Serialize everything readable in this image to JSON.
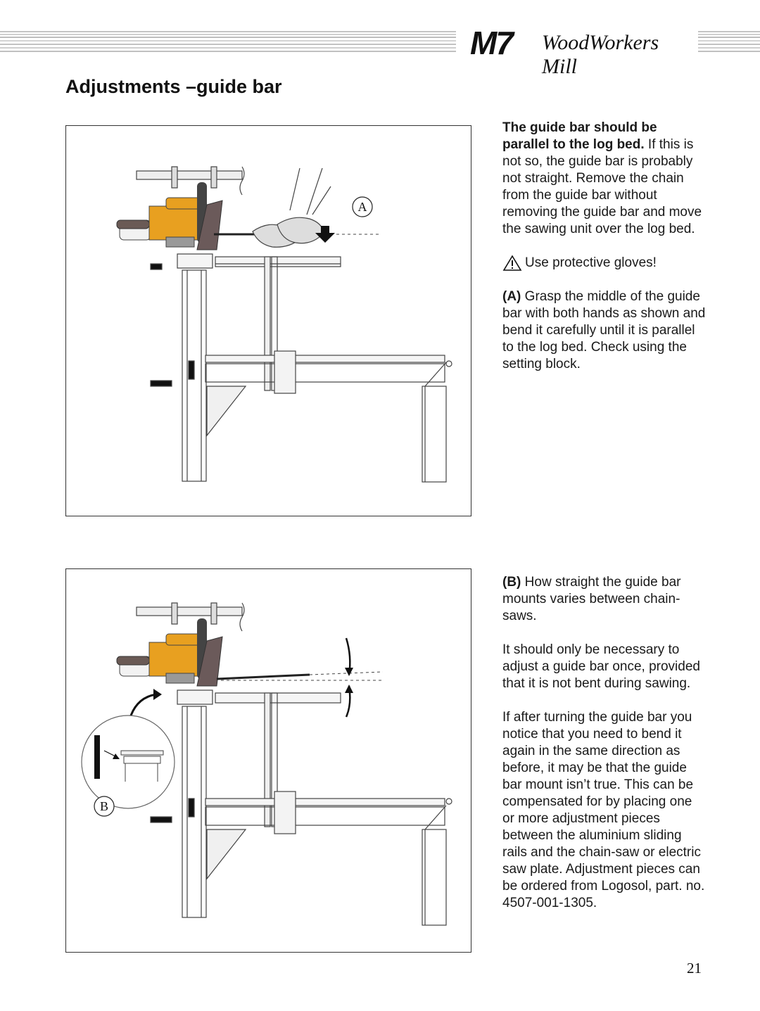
{
  "header": {
    "brand_model": "M7",
    "brand_name": "WoodWorkers Mill"
  },
  "page_title": "Adjustments –guide bar",
  "figures": {
    "a_label": "A",
    "b_label": "B"
  },
  "section_a": {
    "intro_bold": "The guide bar should be parallel to the log bed.",
    "intro_rest": " If this is not so, the guide bar is probably not straight. Remove the chain from the guide bar without removing the guide bar and move the sawing unit over the log bed.",
    "warning": "Use protective gloves!",
    "step_label": "(A)",
    "step_text": " Grasp the middle of the guide bar with both hands as shown and bend it carefully until it is parallel to the log bed. Check using the setting block."
  },
  "section_b": {
    "step_label": "(B)",
    "step_text": " How straight the guide bar mounts varies between chain-saws.",
    "para2": "It should only be necessary to adjust a guide bar once, provided that it is not bent during sawing.",
    "para3": "If after turning the guide bar you notice that you need to bend it again in the same direction as before, it may be that the guide bar mount isn’t true. This can be compensated for by placing one or more adjustment pieces between the aluminium sliding rails and the chain-saw or electric saw plate. Adjustment pieces can be ordered from Logosol, part. no. 4507-001-1305."
  },
  "page_number": "21",
  "colors": {
    "saw_orange": "#e8a020",
    "outline": "#333333",
    "stripe_gray": "#c4c4c4"
  },
  "icons": [
    "warning-triangle-icon"
  ]
}
